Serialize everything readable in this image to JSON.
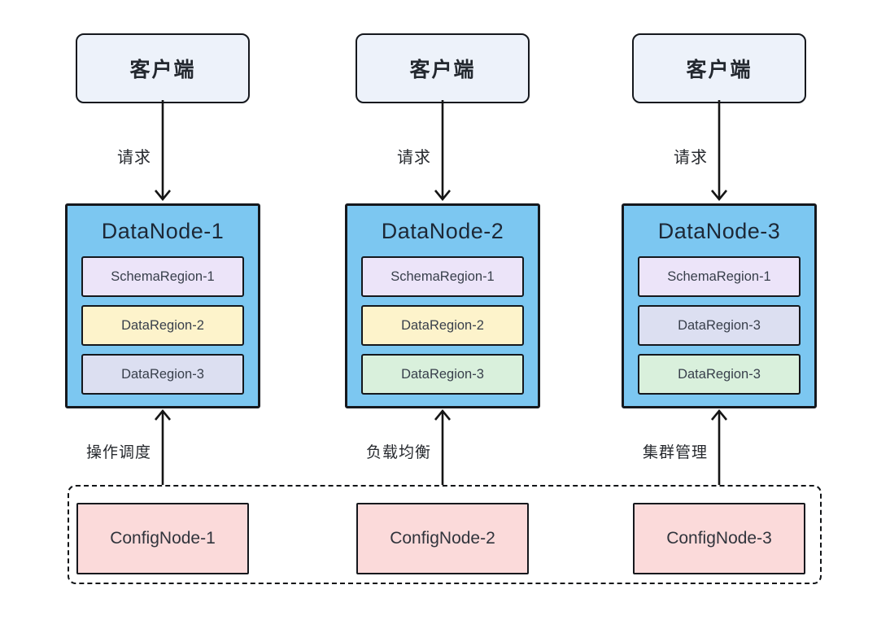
{
  "columns": [
    {
      "client_label": "客户端",
      "request_label": "请求",
      "datanode_title": "DataNode-1",
      "regions": [
        {
          "label": "SchemaRegion-1",
          "fill": "#ece4f9"
        },
        {
          "label": "DataRegion-2",
          "fill": "#fdf3cb"
        },
        {
          "label": "DataRegion-3",
          "fill": "#dcdff1"
        }
      ],
      "config_link_label": "操作调度",
      "confignode_label": "ConfigNode-1"
    },
    {
      "client_label": "客户端",
      "request_label": "请求",
      "datanode_title": "DataNode-2",
      "regions": [
        {
          "label": "SchemaRegion-1",
          "fill": "#ece4f9"
        },
        {
          "label": "DataRegion-2",
          "fill": "#fdf3cb"
        },
        {
          "label": "DataRegion-3",
          "fill": "#d9f0dc"
        }
      ],
      "config_link_label": "负载均衡",
      "confignode_label": "ConfigNode-2"
    },
    {
      "client_label": "客户端",
      "request_label": "请求",
      "datanode_title": "DataNode-3",
      "regions": [
        {
          "label": "SchemaRegion-1",
          "fill": "#ece4f9"
        },
        {
          "label": "DataRegion-3",
          "fill": "#dcdff1"
        },
        {
          "label": "DataRegion-3",
          "fill": "#d9f0dc"
        }
      ],
      "config_link_label": "集群管理",
      "confignode_label": "ConfigNode-3"
    }
  ],
  "colors": {
    "client_fill": "#edf2fa",
    "datanode_fill": "#7cc7f1",
    "confignode_fill": "#fbdada",
    "schema_region_fill": "#ece4f9",
    "data_region_yellow": "#fdf3cb",
    "data_region_periwinkle": "#dcdff1",
    "data_region_green": "#d9f0dc",
    "border": "#15181d"
  }
}
